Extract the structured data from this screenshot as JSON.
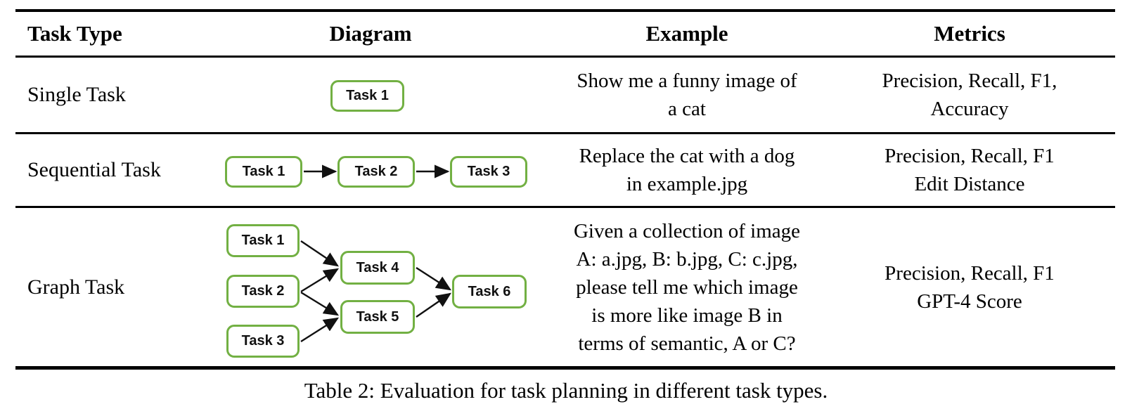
{
  "table": {
    "headers": [
      "Task Type",
      "Diagram",
      "Example",
      "Metrics"
    ],
    "rows": [
      {
        "task_type": "Single Task",
        "diagram": {
          "type": "single",
          "nodes": [
            {
              "id": "t1",
              "label": "Task 1"
            }
          ],
          "edges": []
        },
        "example": {
          "lines": [
            "Show me a funny image of",
            "a cat"
          ]
        },
        "metrics": {
          "lines": [
            "Precision, Recall, F1,",
            "Accuracy"
          ]
        }
      },
      {
        "task_type": "Sequential Task",
        "diagram": {
          "type": "sequence",
          "nodes": [
            {
              "id": "t1",
              "label": "Task 1"
            },
            {
              "id": "t2",
              "label": "Task 2"
            },
            {
              "id": "t3",
              "label": "Task 3"
            }
          ],
          "edges": [
            [
              "t1",
              "t2"
            ],
            [
              "t2",
              "t3"
            ]
          ]
        },
        "example": {
          "lines": [
            "Replace the cat with a dog",
            "in example.jpg"
          ]
        },
        "metrics": {
          "lines": [
            "Precision, Recall, F1",
            "Edit Distance"
          ]
        }
      },
      {
        "task_type": "Graph Task",
        "diagram": {
          "type": "graph",
          "nodes": [
            {
              "id": "t1",
              "label": "Task 1"
            },
            {
              "id": "t2",
              "label": "Task 2"
            },
            {
              "id": "t3",
              "label": "Task 3"
            },
            {
              "id": "t4",
              "label": "Task 4"
            },
            {
              "id": "t5",
              "label": "Task 5"
            },
            {
              "id": "t6",
              "label": "Task 6"
            }
          ],
          "edges": [
            [
              "t1",
              "t4"
            ],
            [
              "t2",
              "t4"
            ],
            [
              "t2",
              "t5"
            ],
            [
              "t3",
              "t5"
            ],
            [
              "t4",
              "t6"
            ],
            [
              "t5",
              "t6"
            ]
          ]
        },
        "example": {
          "lines": [
            "Given a collection of image",
            "A: a.jpg, B: b.jpg, C: c.jpg,",
            "please tell me which image",
            "is more like image B in",
            "terms of semantic, A or C?"
          ]
        },
        "metrics": {
          "lines": [
            "Precision, Recall, F1",
            "GPT-4 Score"
          ]
        }
      }
    ]
  },
  "caption": "Table 2: Evaluation for task planning in different task types.",
  "colors": {
    "node_border": "#72b043",
    "node_fill": "#ffffff",
    "arrow": "#111111",
    "rule": "#000000",
    "text": "#000000"
  }
}
